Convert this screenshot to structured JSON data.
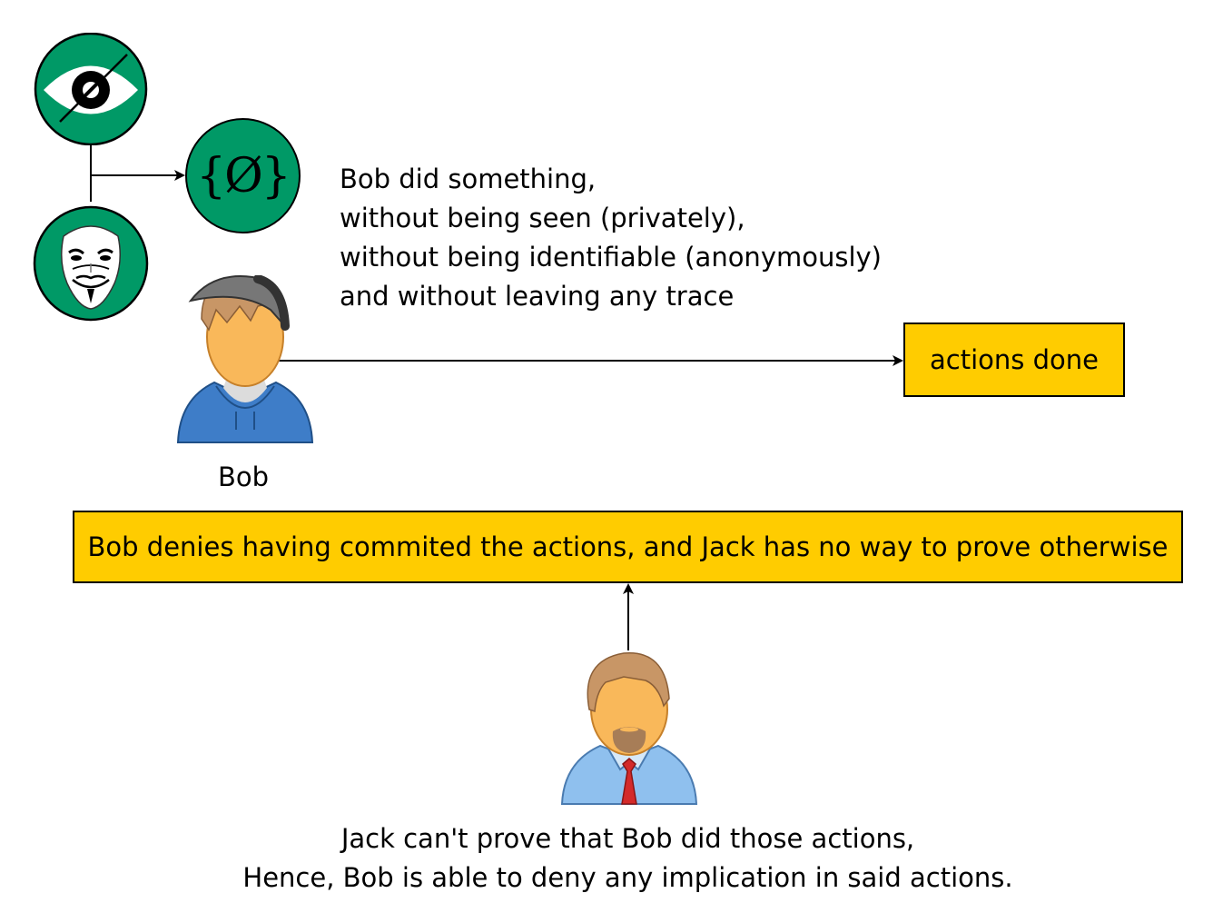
{
  "description_lines": [
    "Bob did something,",
    "without being seen (privately),",
    "without being identifiable (anonymously)",
    "and without leaving any trace"
  ],
  "actions_box": {
    "label": "actions done"
  },
  "bob": {
    "name": "Bob"
  },
  "denial_box": {
    "label": "Bob denies having commited the actions, and Jack has no way to prove otherwise"
  },
  "conclusion_lines": [
    "Jack can't prove that Bob did those actions,",
    "Hence, Bob is able to deny any implication in said actions."
  ],
  "icons": {
    "privacy": "crossed-eye-icon",
    "anonymity": "guy-fawkes-mask-icon",
    "no_trace": "empty-set-icon"
  },
  "empty_set_symbol": "{Ø}",
  "colors": {
    "icon_circle": "#009966",
    "box_fill": "#ffcc00"
  }
}
